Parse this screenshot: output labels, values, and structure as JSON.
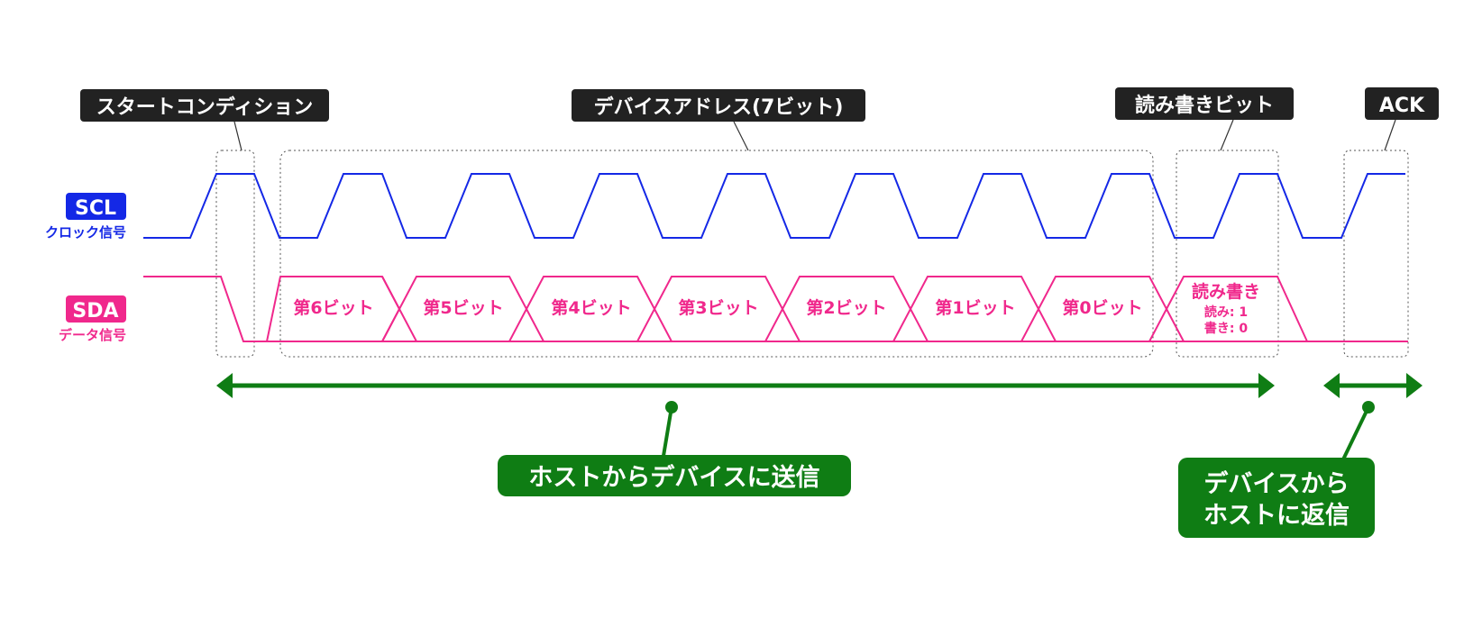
{
  "signals": {
    "scl": {
      "name": "SCL",
      "desc": "クロック信号",
      "color": "#1428e6"
    },
    "sda": {
      "name": "SDA",
      "desc": "データ信号",
      "color": "#f0288c"
    }
  },
  "callouts": {
    "start": "スタートコンディション",
    "address": "デバイスアドレス(7ビット)",
    "rw": "読み書きビット",
    "ack": "ACK"
  },
  "bits": [
    "第6ビット",
    "第5ビット",
    "第4ビット",
    "第3ビット",
    "第2ビット",
    "第1ビット",
    "第0ビット"
  ],
  "rw_bit": {
    "title": "読み書き",
    "read": "読み: 1",
    "write": "書き: 0"
  },
  "direction": {
    "host_to_device": "ホストからデバイスに送信",
    "device_to_host_line1": "デバイスから",
    "device_to_host_line2": "ホストに返信",
    "color": "#0f7d14"
  }
}
